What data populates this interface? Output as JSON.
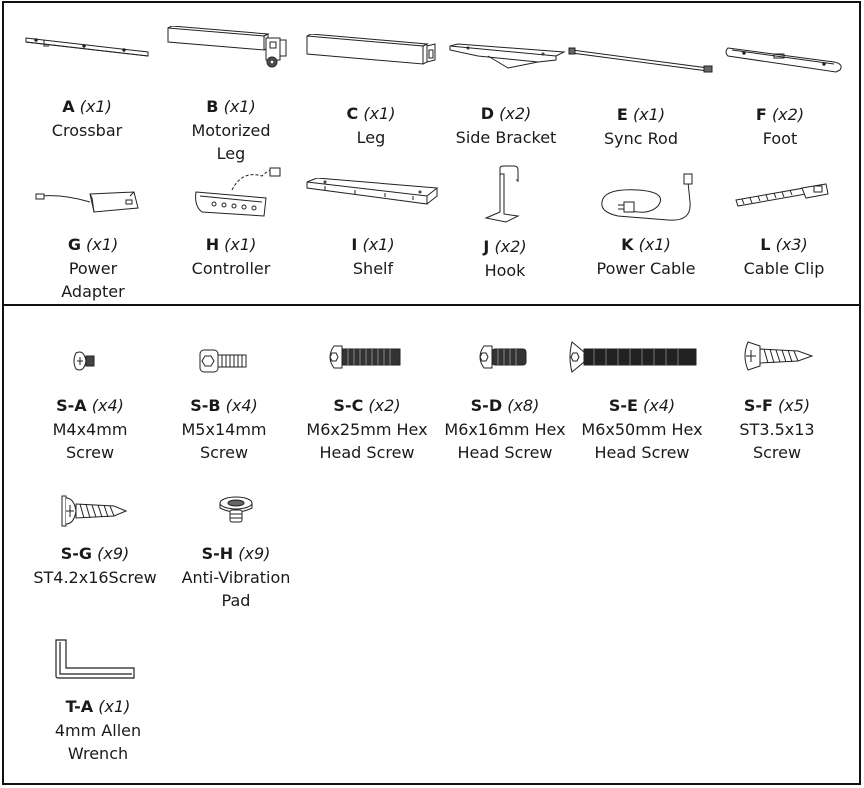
{
  "parts": [
    {
      "code": "A",
      "qty": "(x1)",
      "name_lines": [
        "Crossbar"
      ],
      "icon": "crossbar-illustration"
    },
    {
      "code": "B",
      "qty": "(x1)",
      "name_lines": [
        "Motorized",
        "Leg"
      ],
      "icon": "motorized-leg-illustration"
    },
    {
      "code": "C",
      "qty": "(x1)",
      "name_lines": [
        "Leg"
      ],
      "icon": "leg-illustration"
    },
    {
      "code": "D",
      "qty": "(x2)",
      "name_lines": [
        "Side Bracket"
      ],
      "icon": "side-bracket-illustration"
    },
    {
      "code": "E",
      "qty": "(x1)",
      "name_lines": [
        "Sync Rod"
      ],
      "icon": "sync-rod-illustration"
    },
    {
      "code": "F",
      "qty": "(x2)",
      "name_lines": [
        "Foot"
      ],
      "icon": "foot-illustration"
    },
    {
      "code": "G",
      "qty": "(x1)",
      "name_lines": [
        "Power",
        "Adapter"
      ],
      "icon": "power-adapter-illustration"
    },
    {
      "code": "H",
      "qty": "(x1)",
      "name_lines": [
        "Controller"
      ],
      "icon": "controller-illustration"
    },
    {
      "code": "I",
      "qty": "(x1)",
      "name_lines": [
        "Shelf"
      ],
      "icon": "shelf-illustration"
    },
    {
      "code": "J",
      "qty": "(x2)",
      "name_lines": [
        "Hook"
      ],
      "icon": "hook-illustration"
    },
    {
      "code": "K",
      "qty": "(x1)",
      "name_lines": [
        "Power Cable"
      ],
      "icon": "power-cable-illustration"
    },
    {
      "code": "L",
      "qty": "(x3)",
      "name_lines": [
        "Cable Clip"
      ],
      "icon": "cable-clip-illustration"
    }
  ],
  "hardware": [
    {
      "code": "S-A",
      "qty": "(x4)",
      "name_lines": [
        "M4x4mm",
        "Screw"
      ],
      "icon": "m4x4-screw-illustration"
    },
    {
      "code": "S-B",
      "qty": "(x4)",
      "name_lines": [
        "M5x14mm",
        "Screw"
      ],
      "icon": "m5x14-screw-illustration"
    },
    {
      "code": "S-C",
      "qty": "(x2)",
      "name_lines": [
        "M6x25mm Hex",
        "Head Screw"
      ],
      "icon": "m6x25-hex-screw-illustration"
    },
    {
      "code": "S-D",
      "qty": "(x8)",
      "name_lines": [
        "M6x16mm Hex",
        "Head Screw"
      ],
      "icon": "m6x16-hex-screw-illustration"
    },
    {
      "code": "S-E",
      "qty": "(x4)",
      "name_lines": [
        "M6x50mm Hex",
        "Head Screw"
      ],
      "icon": "m6x50-hex-screw-illustration"
    },
    {
      "code": "S-F",
      "qty": "(x5)",
      "name_lines": [
        "ST3.5x13",
        "Screw"
      ],
      "icon": "st35x13-screw-illustration"
    },
    {
      "code": "S-G",
      "qty": "(x9)",
      "name_lines": [
        "ST4.2x16Screw"
      ],
      "icon": "st42x16-screw-illustration"
    },
    {
      "code": "S-H",
      "qty": "(x9)",
      "name_lines": [
        "Anti-Vibration",
        "Pad"
      ],
      "icon": "anti-vibration-pad-illustration"
    },
    {
      "code": "T-A",
      "qty": "(x1)",
      "name_lines": [
        "4mm Allen",
        "Wrench"
      ],
      "icon": "allen-wrench-illustration"
    }
  ]
}
